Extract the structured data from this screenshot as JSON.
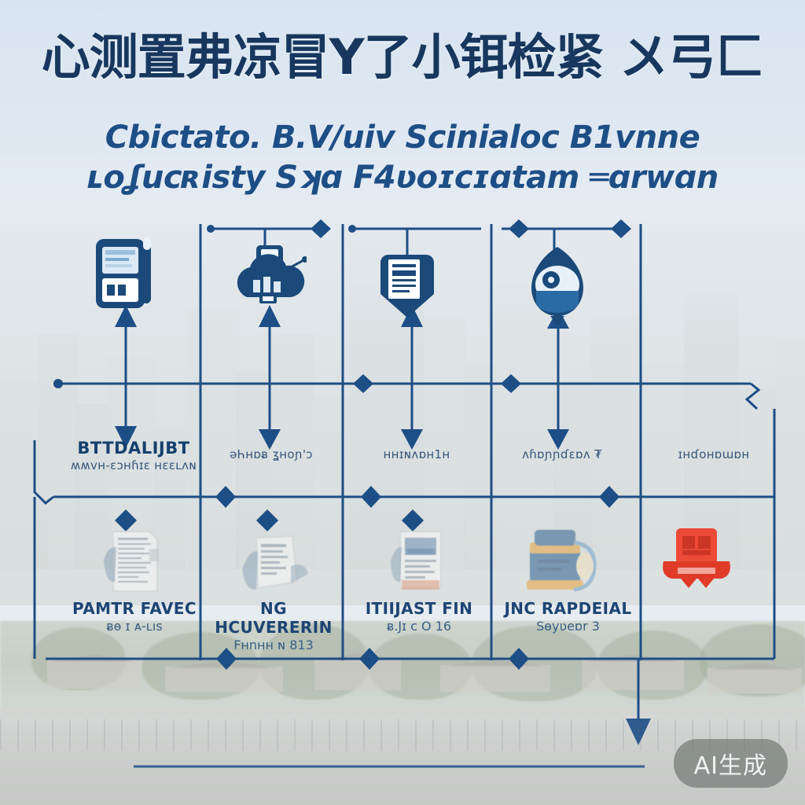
{
  "watermark": {
    "label": "AI生成"
  },
  "header": {
    "title": "心测置弗凉冒Y了小铒检紧 〤弓匚",
    "subtitle_line1": "Cbictato. B.V/uiv  Scinialoc B1vnne",
    "subtitle_line2": "ʟoʆucʀisty Sʞɑ F4ʋoɪcɪɑtam ═ɑrwɑn"
  },
  "colors": {
    "navy": "#17375e",
    "line_blue": "#1d4e86",
    "accent_orange": "#e8a33d",
    "accent_red": "#ef3b24",
    "label_blue": "#14406e"
  },
  "top_icons": [
    {
      "name": "card-terminal-icon",
      "glyph": "card-terminal"
    },
    {
      "name": "cloud-network-icon",
      "glyph": "cloud-network"
    },
    {
      "name": "document-shield-icon",
      "glyph": "document-shield"
    },
    {
      "name": "fish-eye-badge-icon",
      "glyph": "fish-eye-badge"
    }
  ],
  "node_labels": [
    {
      "name": "BTTDALIJBT",
      "sub": "ʍʍvʜ-ɛɔʜɦɪɛ ʜɛɛʟʌɴ"
    },
    {
      "name": "ǝҺʜɒᴃ  ʓʜoɲ'ɔ",
      "sub": ""
    },
    {
      "name": "ʜʜɪɴʌɒʜ1ʜ",
      "sub": ""
    },
    {
      "name": "ʌɦɒɲɲɗɛɒʌ ₮",
      "sub": ""
    },
    {
      "name": "ɪʜɗoʜɒɯɒʜ",
      "sub": ""
    }
  ],
  "cards": [
    {
      "icon": "paper-document-icon",
      "name": "PAMTR FAVEC",
      "sub": "ᴃɵ ɪ ᴀ-ʟıs"
    },
    {
      "icon": "torn-paper-icon",
      "name": "NG HCUVERERIN",
      "sub": "Fʜnʜʜ ɴ 813"
    },
    {
      "icon": "clipboard-photo-icon",
      "name": "ITIIJAST FIN",
      "sub": "ᴃ.Jɪ ᴄ O 16"
    },
    {
      "icon": "blue-orange-box-icon",
      "name": "JNC RAPDEIAL",
      "sub": "Sɵyʋeɒr 3"
    },
    {
      "icon": "red-seal-badge-icon",
      "name": "",
      "sub": ""
    }
  ]
}
